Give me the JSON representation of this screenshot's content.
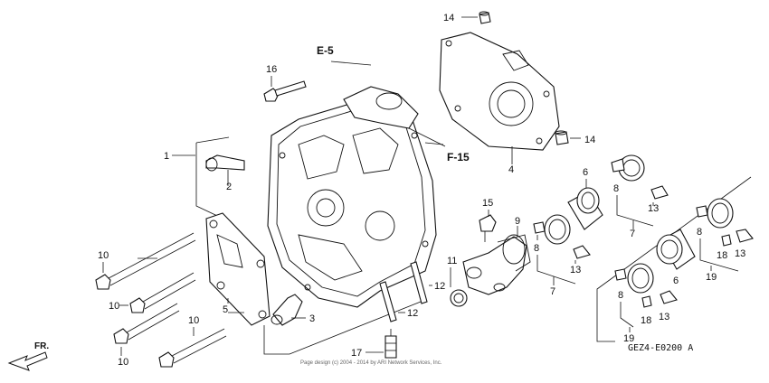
{
  "refs": {
    "e5": "E-5",
    "f15": "F-15"
  },
  "callouts": {
    "c1": "1",
    "c2": "2",
    "c3": "3",
    "c4": "4",
    "c5": "5",
    "c6a": "6",
    "c6b": "6",
    "c7a": "7",
    "c7b": "7",
    "c8a": "8",
    "c8b": "8",
    "c8c": "8",
    "c8d": "8",
    "c9": "9",
    "c10a": "10",
    "c10b": "10",
    "c10c": "10",
    "c10d": "10",
    "c11": "11",
    "c12a": "12",
    "c12b": "12",
    "c13a": "13",
    "c13b": "13",
    "c13c": "13",
    "c13d": "13",
    "c14a": "14",
    "c14b": "14",
    "c15": "15",
    "c16": "16",
    "c17": "17",
    "c18a": "18",
    "c18b": "18",
    "c19a": "19",
    "c19b": "19"
  },
  "diagram_code": "GEZ4-E0200 A",
  "front_label": "FR.",
  "copyright": "Page design (c) 2004 - 2014 by ARI Network Services, Inc."
}
